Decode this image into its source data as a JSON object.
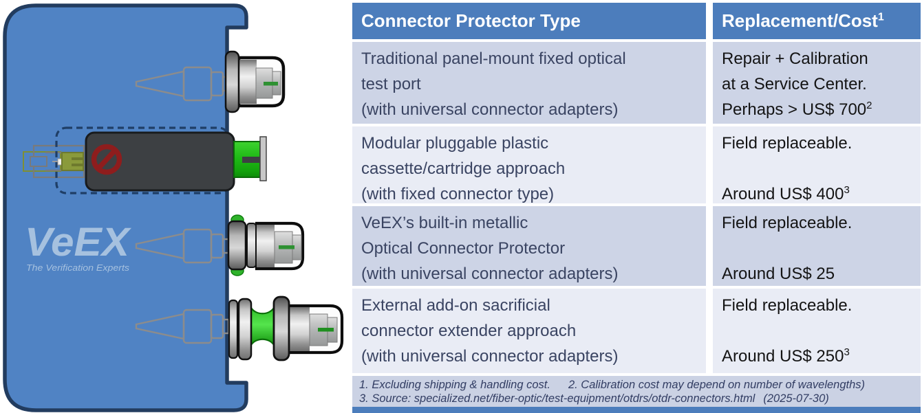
{
  "device": {
    "brand": "VeEX",
    "tagline": "The Verification Experts"
  },
  "colors": {
    "header_blue": "#4C7DBC",
    "row_light": "#CDD4E6",
    "row_lighter": "#E9ECF5",
    "footer_band": "#CBD2E4",
    "table_text_navy": "#3A4462",
    "table_text_black": "#141414",
    "device_body_blue": "#5083C4",
    "device_border_navy": "#223C5F",
    "connector_green": "#1FBA16",
    "stripe_green": "#2E9132",
    "prohibition_red": "#8E1D1D",
    "cassette_gray": "#3D4043",
    "olive_green": "#8A9A3B",
    "logo_blue": "#A6C1DF"
  },
  "table": {
    "header": {
      "type_label": "Connector Protector Type",
      "cost_label": "Replacement/Cost",
      "cost_sup": "1"
    },
    "rows": [
      {
        "type_lines": [
          "Traditional panel-mount fixed optical",
          "test port",
          "(with universal connector adapters)"
        ],
        "cost_lines": [
          "Repair + Calibration",
          "at a Service Center.",
          "Perhaps > US$ 700"
        ],
        "cost_sup": "2"
      },
      {
        "type_lines": [
          "Modular pluggable plastic",
          "cassette/cartridge approach",
          "(with fixed connector type)"
        ],
        "cost_lines": [
          "Field replaceable.",
          "Around US$ 400"
        ],
        "cost_sup": "3"
      },
      {
        "type_lines": [
          "VeEX’s built-in metallic",
          "Optical Connector Protector",
          "(with universal connector adapters)"
        ],
        "cost_lines": [
          "Field replaceable.",
          "Around US$ 25"
        ],
        "cost_sup": ""
      },
      {
        "type_lines": [
          "External add-on sacrificial",
          "connector extender approach",
          "(with universal connector adapters)"
        ],
        "cost_lines": [
          "Field replaceable.",
          "Around US$ 250"
        ],
        "cost_sup": "3"
      }
    ],
    "footnotes": {
      "note1": "1. Excluding shipping & handling cost.",
      "note2": "2. Calibration cost may depend on number of wavelengths)",
      "note3": "3. Source: specialized.net/fiber-optic/test-equipment/otdrs/otdr-connectors.html",
      "note3_date": "(2025-07-30)"
    }
  }
}
